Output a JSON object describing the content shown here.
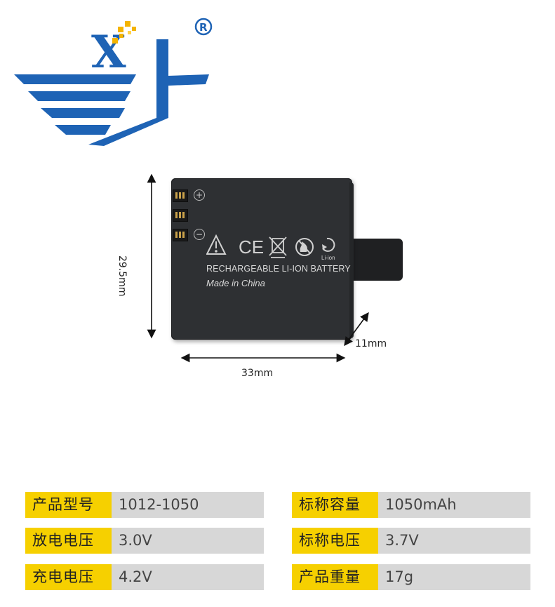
{
  "logo": {
    "mark_text": "X",
    "registered_symbol": "®",
    "colors": {
      "primary": "#1e63b5",
      "accent": "#f4b400"
    }
  },
  "battery": {
    "label_line1": "RECHARGEABLE LI-ION BATTERY",
    "label_line2": "Made in China",
    "pole_plus": "+",
    "pole_minus": "−",
    "symbols": [
      "warning-triangle-icon",
      "ce-mark-icon",
      "weee-bin-icon",
      "no-fire-icon",
      "recycle-li-ion-icon"
    ],
    "recycle_caption": "Li-ion",
    "ce_text": "CE"
  },
  "dimensions": {
    "height": "29.5mm",
    "width": "33mm",
    "depth": "11mm"
  },
  "specs": [
    {
      "label": "产品型号",
      "value": "1012-1050"
    },
    {
      "label": "标称容量",
      "value": "1050mAh"
    },
    {
      "label": "放电电压",
      "value": "3.0V"
    },
    {
      "label": "标称电压",
      "value": "3.7V"
    },
    {
      "label": "充电电压",
      "value": "4.2V"
    },
    {
      "label": "产品重量",
      "value": "17g"
    }
  ],
  "colors": {
    "label_bg": "#f6d000",
    "value_bg": "#d7d7d7",
    "battery": "#2e3033"
  }
}
